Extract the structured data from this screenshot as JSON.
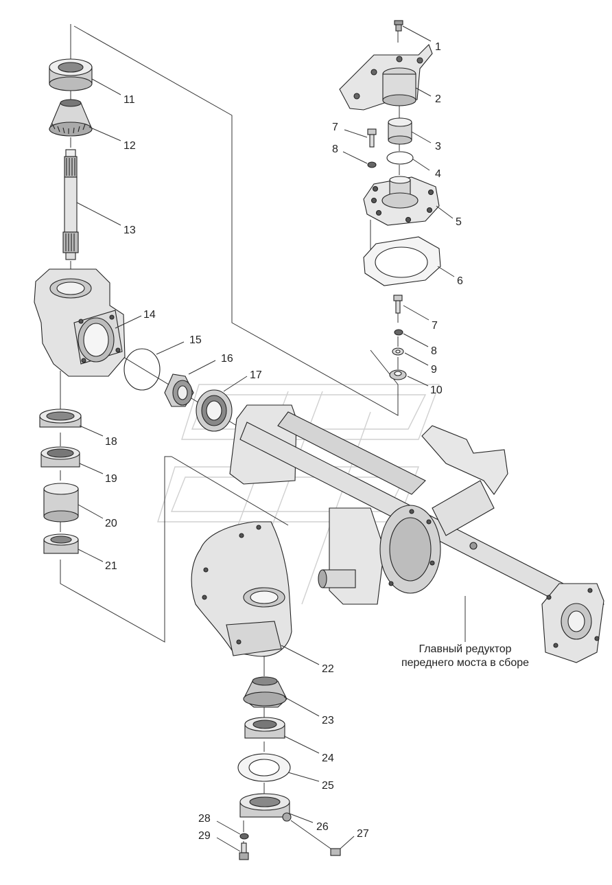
{
  "labels": {
    "p1": "1",
    "p2": "2",
    "p3": "3",
    "p4": "4",
    "p5": "5",
    "p6": "6",
    "p7a": "7",
    "p7b": "7",
    "p8a": "8",
    "p8b": "8",
    "p9": "9",
    "p10": "10",
    "p11": "11",
    "p12": "12",
    "p13": "13",
    "p14": "14",
    "p15": "15",
    "p16": "16",
    "p17": "17",
    "p18": "18",
    "p19": "19",
    "p20": "20",
    "p21": "21",
    "p22": "22",
    "p23": "23",
    "p24": "24",
    "p25": "25",
    "p26": "26",
    "p27": "27",
    "p28": "28",
    "p29": "29"
  },
  "caption": {
    "line1": "Главный редуктор",
    "line2": "переднего моста в сборе"
  },
  "colors": {
    "ink": "#222222",
    "fill_light": "#e8e8e8",
    "fill_mid": "#c8c8c8",
    "fill_dark": "#8a8a8a",
    "watermark": "#d0d0d0"
  }
}
